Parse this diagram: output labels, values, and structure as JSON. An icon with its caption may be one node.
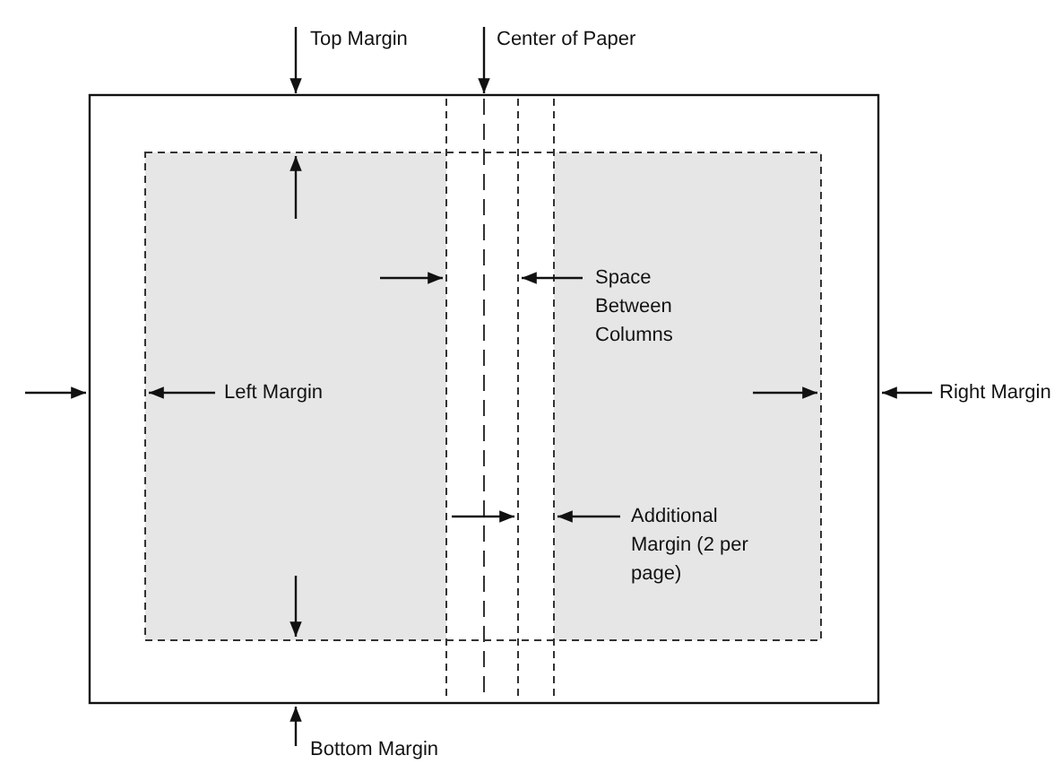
{
  "diagram": {
    "labels": [
      "Top Margin",
      "Center of Paper",
      "Space Between Columns",
      "Left Margin",
      "Right Margin",
      "Additional Margin (2 per page)",
      "Bottom Margin"
    ]
  }
}
